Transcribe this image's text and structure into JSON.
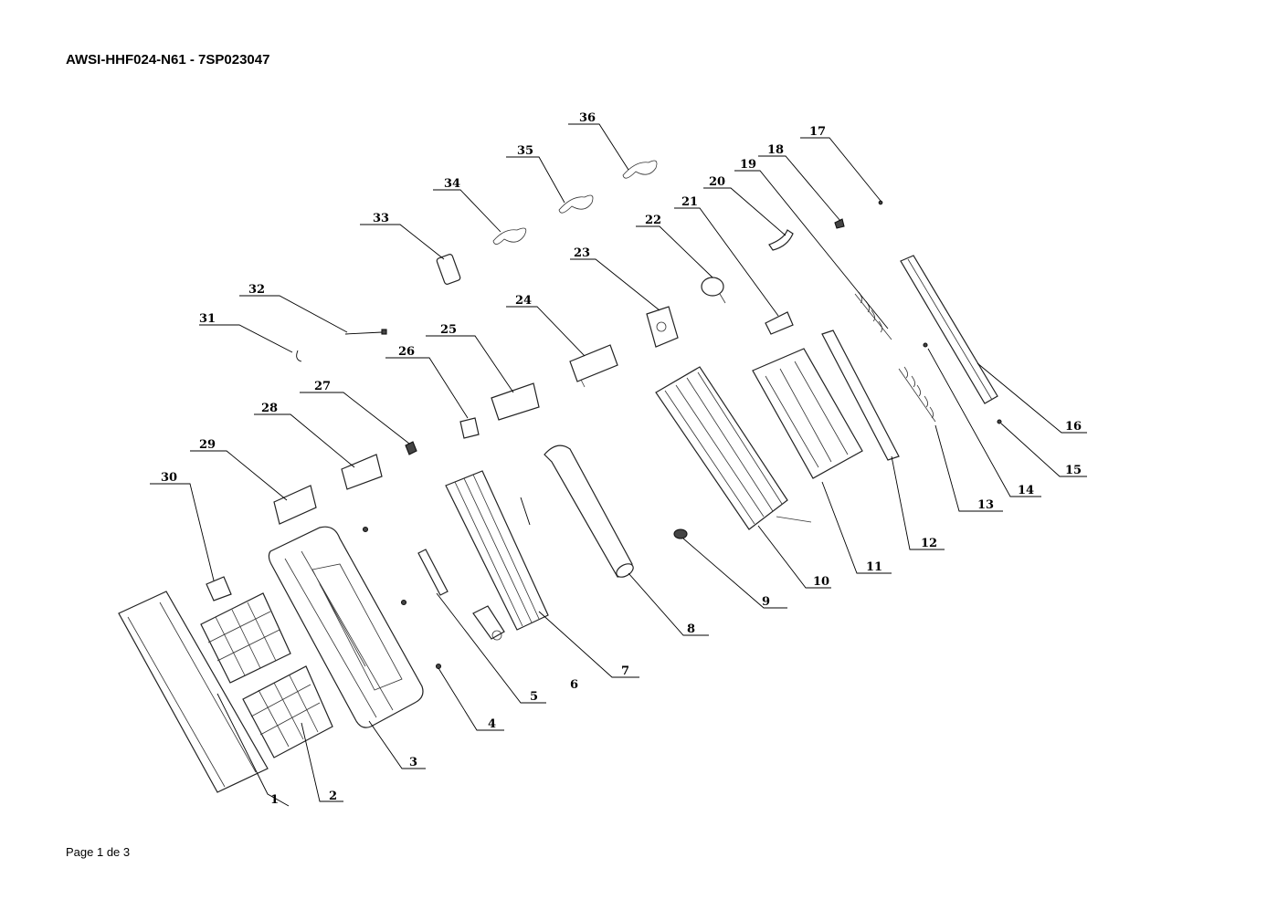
{
  "document": {
    "title": "AWSI-HHF024-N61 - 7SP023047",
    "footer": "Page 1 de 3"
  },
  "diagram": {
    "callouts": [
      {
        "id": "1",
        "label": "1"
      },
      {
        "id": "2",
        "label": "2"
      },
      {
        "id": "3",
        "label": "3"
      },
      {
        "id": "4",
        "label": "4"
      },
      {
        "id": "5",
        "label": "5"
      },
      {
        "id": "6",
        "label": "6"
      },
      {
        "id": "7",
        "label": "7"
      },
      {
        "id": "8",
        "label": "8"
      },
      {
        "id": "9",
        "label": "9"
      },
      {
        "id": "10",
        "label": "10"
      },
      {
        "id": "11",
        "label": "11"
      },
      {
        "id": "12",
        "label": "12"
      },
      {
        "id": "13",
        "label": "13"
      },
      {
        "id": "14",
        "label": "14"
      },
      {
        "id": "15",
        "label": "15"
      },
      {
        "id": "16",
        "label": "16"
      },
      {
        "id": "17",
        "label": "17"
      },
      {
        "id": "18",
        "label": "18"
      },
      {
        "id": "19",
        "label": "19"
      },
      {
        "id": "20",
        "label": "20"
      },
      {
        "id": "21",
        "label": "21"
      },
      {
        "id": "22",
        "label": "22"
      },
      {
        "id": "23",
        "label": "23"
      },
      {
        "id": "24",
        "label": "24"
      },
      {
        "id": "25",
        "label": "25"
      },
      {
        "id": "26",
        "label": "26"
      },
      {
        "id": "27",
        "label": "27"
      },
      {
        "id": "28",
        "label": "28"
      },
      {
        "id": "29",
        "label": "29"
      },
      {
        "id": "30",
        "label": "30"
      },
      {
        "id": "31",
        "label": "31"
      },
      {
        "id": "32",
        "label": "32"
      },
      {
        "id": "33",
        "label": "33"
      },
      {
        "id": "34",
        "label": "34"
      },
      {
        "id": "35",
        "label": "35"
      },
      {
        "id": "36",
        "label": "36"
      }
    ]
  }
}
